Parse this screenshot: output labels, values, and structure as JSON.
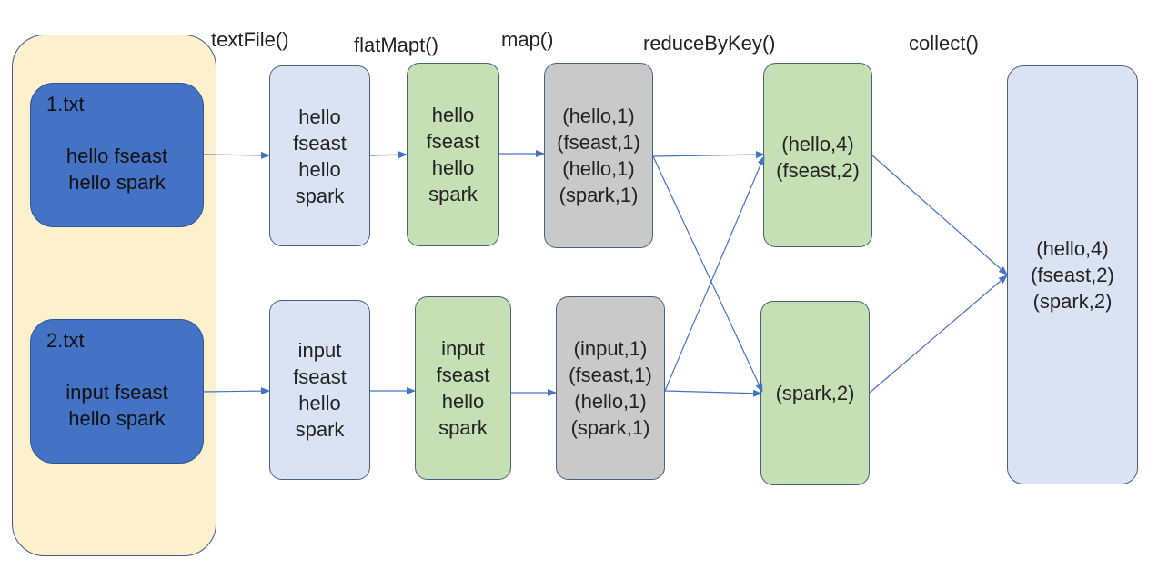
{
  "operations": [
    "textFile()",
    "flatMapt()",
    "map()",
    "reduceByKey()",
    "collect()"
  ],
  "files": [
    {
      "name": "1.txt",
      "lines": [
        "hello fseast",
        "hello spark"
      ]
    },
    {
      "name": "2.txt",
      "lines": [
        "input fseast",
        "hello spark"
      ]
    }
  ],
  "textfile_rdd": [
    [
      "hello",
      "fseast",
      "hello",
      "spark"
    ],
    [
      "input",
      "fseast",
      "hello",
      "spark"
    ]
  ],
  "flatmap_rdd": [
    [
      "hello",
      "fseast",
      "hello",
      "spark"
    ],
    [
      "input",
      "fseast",
      "hello",
      "spark"
    ]
  ],
  "map_rdd": [
    [
      "(hello,1)",
      "(fseast,1)",
      "(hello,1)",
      "(spark,1)"
    ],
    [
      "(input,1)",
      "(fseast,1)",
      "(hello,1)",
      "(spark,1)"
    ]
  ],
  "reduce_rdd": [
    [
      "(hello,4)",
      "(fseast,2)"
    ],
    [
      "(spark,2)"
    ]
  ],
  "collect_result": [
    "(hello,4)",
    "(fseast,2)",
    "(spark,2)"
  ],
  "colors": {
    "container": "#fdf0cc",
    "file_box": "#4472c4",
    "light_blue": "#dae3f3",
    "green": "#c5e0b4",
    "gray": "#c9c9c9",
    "arrow": "#4472c4"
  }
}
